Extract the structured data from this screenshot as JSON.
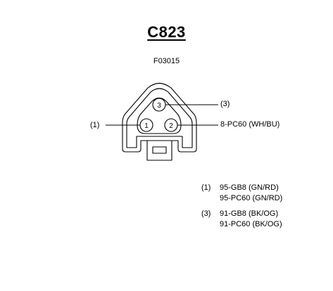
{
  "connector": {
    "title": "C823",
    "part_number": "F03015"
  },
  "pins": [
    {
      "number": "1",
      "callout": "(1)",
      "wire_label": ""
    },
    {
      "number": "2",
      "callout": "",
      "wire_label": "8-PC60 (WH/BU)"
    },
    {
      "number": "3",
      "callout": "(3)",
      "wire_label": ""
    }
  ],
  "legend": [
    {
      "pin": "(1)",
      "wires": [
        "95-GB8 (GN/RD)",
        "95-PC60 (GN/RD)"
      ]
    },
    {
      "pin": "(3)",
      "wires": [
        "91-GB8 (BK/OG)",
        "91-PC60 (BK/OG)"
      ]
    }
  ]
}
